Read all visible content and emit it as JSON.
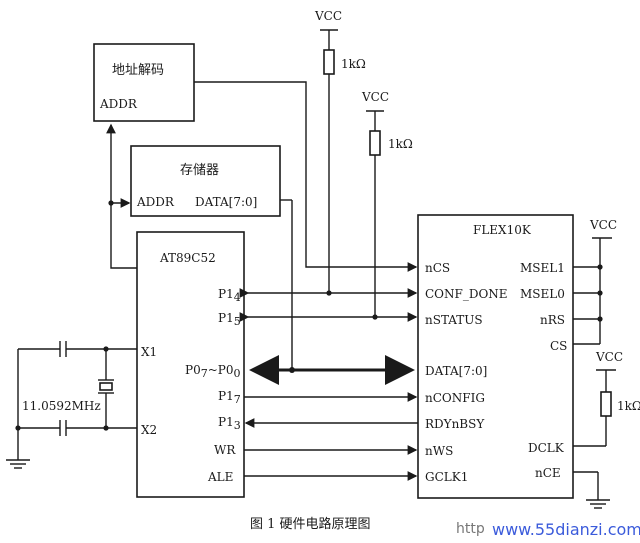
{
  "boxes": {
    "addr_decoder": {
      "title": "地址解码",
      "pin": "ADDR"
    },
    "memory": {
      "title": "存储器",
      "pin_addr": "ADDR",
      "pin_data": "DATA[7:0]"
    },
    "mcu": {
      "title": "AT89C52",
      "pins": {
        "p14": "P1",
        "p14_sub": "4",
        "p15": "P1",
        "p15_sub": "5",
        "p0": "P0",
        "p0_sub1": "7",
        "p0_mid": "~P0",
        "p0_sub2": "0",
        "p17": "P1",
        "p17_sub": "7",
        "p13": "P1",
        "p13_sub": "3",
        "wr": "WR",
        "ale": "ALE",
        "x1": "X1",
        "x2": "X2"
      }
    },
    "fpga": {
      "title": "FLEX10K",
      "left_pins": {
        "ncs": "nCS",
        "conf_done": "CONF_DONE",
        "nstatus": "nSTATUS",
        "data": "DATA[7:0]",
        "nconfig": "nCONFIG",
        "rdynbsy": "RDYnBSY",
        "nws": "nWS",
        "gclk1": "GCLK1"
      },
      "right_pins": {
        "msel1": "MSEL1",
        "msel0": "MSEL0",
        "nrs": "nRS",
        "cs": "CS",
        "dclk": "DCLK",
        "nce": "nCE"
      }
    }
  },
  "supplies": {
    "vcc1": "VCC",
    "vcc2": "VCC",
    "vcc3": "VCC",
    "vcc4": "VCC"
  },
  "resistors": {
    "r1": "1kΩ",
    "r2": "1kΩ",
    "r3": "1kΩ"
  },
  "crystal": {
    "freq": "11.0592MHz"
  },
  "caption": "图 1   硬件电路原理图",
  "watermark": "www.55dianzi.com",
  "watermark_prefix": "http"
}
